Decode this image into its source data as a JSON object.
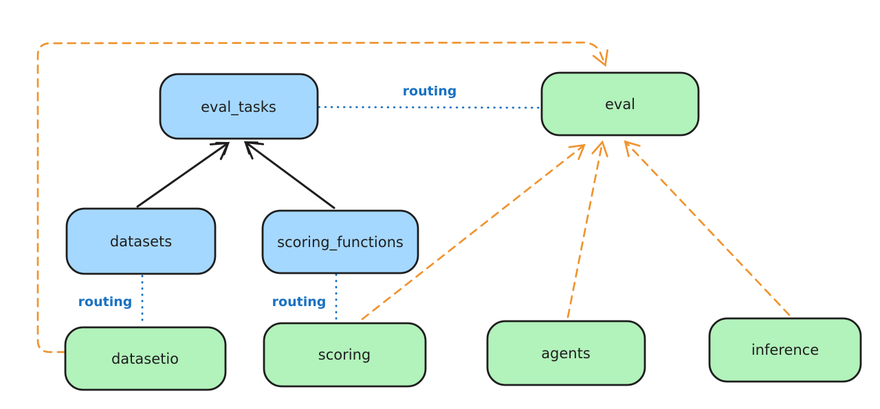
{
  "colors": {
    "background": "#ffffff",
    "node_blue": "#a5d8ff",
    "node_green": "#b2f2bb",
    "node_stroke": "#1e1e1e",
    "text_ink": "#1e1e1e",
    "routing_blue": "#1971c2",
    "orange": "#ef942f"
  },
  "nodes": [
    {
      "id": "eval_tasks",
      "label": "eval_tasks",
      "color": "blue"
    },
    {
      "id": "eval",
      "label": "eval",
      "color": "green"
    },
    {
      "id": "datasets",
      "label": "datasets",
      "color": "blue"
    },
    {
      "id": "scoring_functions",
      "label": "scoring_functions",
      "color": "blue"
    },
    {
      "id": "datasetio",
      "label": "datasetio",
      "color": "green"
    },
    {
      "id": "scoring",
      "label": "scoring",
      "color": "green"
    },
    {
      "id": "agents",
      "label": "agents",
      "color": "green"
    },
    {
      "id": "inference",
      "label": "inference",
      "color": "green"
    }
  ],
  "edges": [
    {
      "from": "datasets",
      "to": "eval_tasks",
      "style": "solid-black-arrow",
      "label": ""
    },
    {
      "from": "scoring_functions",
      "to": "eval_tasks",
      "style": "solid-black-arrow",
      "label": ""
    },
    {
      "from": "eval_tasks",
      "to": "eval",
      "style": "dotted-blue",
      "label": "routing"
    },
    {
      "from": "datasets",
      "to": "datasetio",
      "style": "dotted-blue",
      "label": "routing"
    },
    {
      "from": "scoring_functions",
      "to": "scoring",
      "style": "dotted-blue",
      "label": "routing"
    },
    {
      "from": "datasetio",
      "to": "eval",
      "style": "dashed-orange-arrow",
      "label": ""
    },
    {
      "from": "scoring",
      "to": "eval",
      "style": "dashed-orange-arrow",
      "label": ""
    },
    {
      "from": "agents",
      "to": "eval",
      "style": "dashed-orange-arrow",
      "label": ""
    },
    {
      "from": "inference",
      "to": "eval",
      "style": "dashed-orange-arrow",
      "label": ""
    }
  ]
}
